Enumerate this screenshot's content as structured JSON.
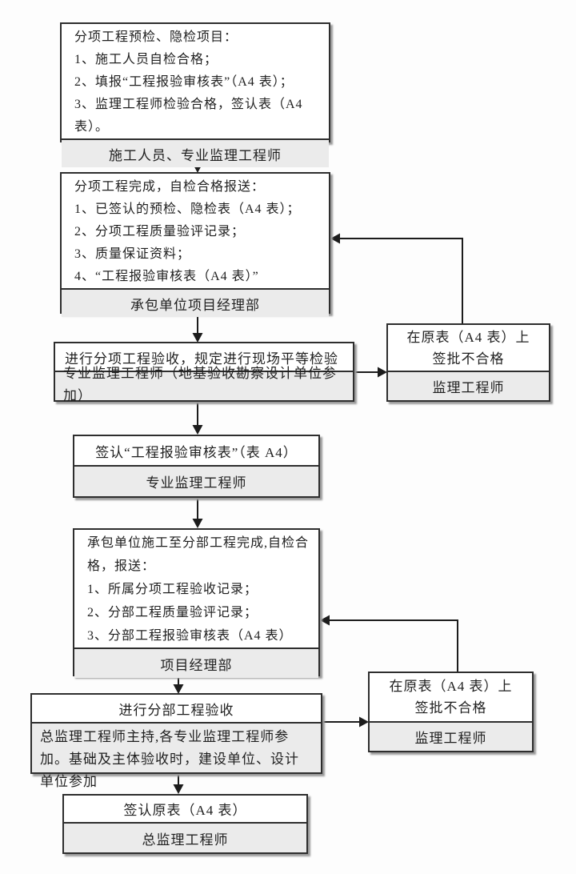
{
  "style": {
    "background": "#fdfdfd",
    "box_fill": "#ffffff",
    "footer_fill": "#ebebeb",
    "border_color": "#2e2e2e",
    "connector_color": "#1c1c1c",
    "shadow_color": "#9a9a9a"
  },
  "nodes": {
    "step1": {
      "lines": [
        "分项工程预检、隐检项目：",
        "1、施工人员自检合格；",
        "2、填报“工程报验审核表”（A4 表）；",
        "3、监理工程师检验合格，签认表（A4 表）。"
      ],
      "footer": "施工人员、专业监理工程师"
    },
    "step2": {
      "lines": [
        "分项工程完成，自检合格报送：",
        "1、已签认的预检、隐检表（A4 表）；",
        "2、分项工程质量验评记录；",
        "3、质量保证资料；",
        "4、“工程报验审核表（A4 表）”"
      ],
      "footer": "承包单位项目经理部"
    },
    "step3": {
      "title": "进行分项工程验收，规定进行现场平等检验",
      "footer": "专业监理工程师（地基验收勘察设计单位参加）"
    },
    "reject1": {
      "lines": [
        "在原表（A4 表）上",
        "签批不合格"
      ],
      "footer": "监理工程师"
    },
    "step4": {
      "title": "签认“工程报验审核表”（表 A4）",
      "footer": "专业监理工程师"
    },
    "step5": {
      "lines": [
        "承包单位施工至分部工程完成,自检合格，报送：",
        "1、所属分项工程验收记录；",
        "2、分部工程质量验评记录；",
        "3、分部工程报验审核表（A4 表）"
      ],
      "footer": "项目经理部"
    },
    "step6": {
      "title": "进行分部工程验收",
      "footer": "总监理工程师主持,各专业监理工程师参加。基础及主体验收时，建设单位、设计单位参加"
    },
    "reject2": {
      "lines": [
        "在原表（A4 表）上",
        "签批不合格"
      ],
      "footer": "监理工程师"
    },
    "step7": {
      "title": "签认原表（A4 表）",
      "footer": "总监理工程师"
    }
  }
}
